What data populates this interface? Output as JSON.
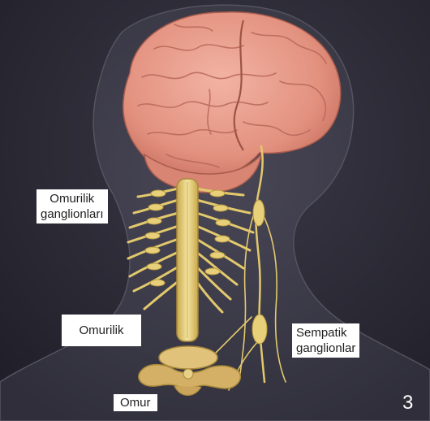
{
  "labels": {
    "spinal_ganglia": {
      "line1": "Omurilik",
      "line2": "ganglionları"
    },
    "spinal_cord": "Omurilik",
    "sympathetic_ganglia": {
      "line1": "Sempatik",
      "line2": "ganglionlar"
    },
    "vertebra": "Omur"
  },
  "figure_number": "3",
  "colors": {
    "background": "#2b2a36",
    "head_silhouette": "#3b3a47",
    "brain": "#e79b8c",
    "nerve": "#e3c96d",
    "label_bg": "#ffffff"
  }
}
